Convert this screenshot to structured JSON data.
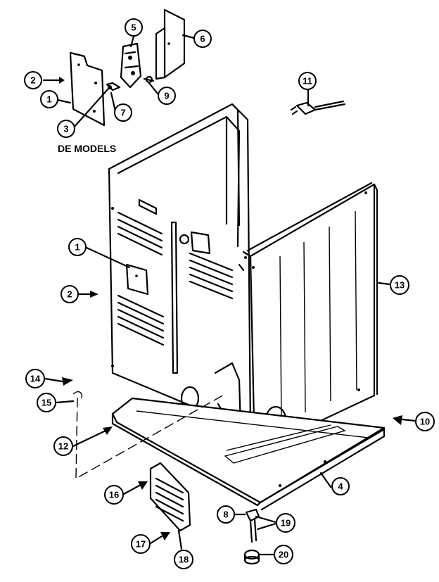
{
  "caption": "DE MODELS",
  "callouts": [
    {
      "id": "c1a",
      "label": "1"
    },
    {
      "id": "c2a",
      "label": "2"
    },
    {
      "id": "c3",
      "label": "3"
    },
    {
      "id": "c5",
      "label": "5"
    },
    {
      "id": "c6",
      "label": "6"
    },
    {
      "id": "c7",
      "label": "7"
    },
    {
      "id": "c9",
      "label": "9"
    },
    {
      "id": "c11",
      "label": "11"
    },
    {
      "id": "c1b",
      "label": "1"
    },
    {
      "id": "c2b",
      "label": "2"
    },
    {
      "id": "c13",
      "label": "13"
    },
    {
      "id": "c14",
      "label": "14"
    },
    {
      "id": "c15",
      "label": "15"
    },
    {
      "id": "c12",
      "label": "12"
    },
    {
      "id": "c10a",
      "label": "10"
    },
    {
      "id": "c4",
      "label": "4"
    },
    {
      "id": "c16",
      "label": "16"
    },
    {
      "id": "c8",
      "label": "8"
    },
    {
      "id": "c19",
      "label": "19"
    },
    {
      "id": "c17",
      "label": "17"
    },
    {
      "id": "c18",
      "label": "18"
    },
    {
      "id": "c20",
      "label": "20"
    }
  ]
}
